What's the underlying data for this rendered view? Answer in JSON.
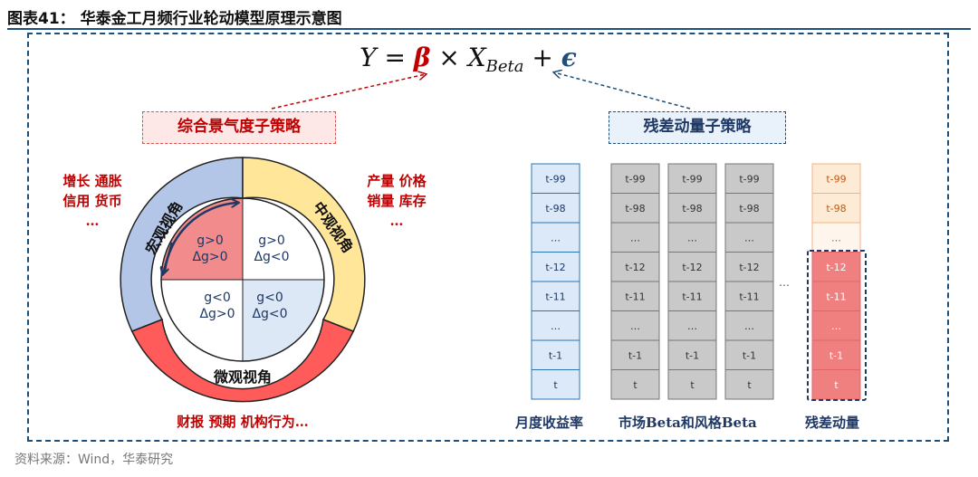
{
  "figure": {
    "title": "图表41： 华泰金工月频行业轮动模型原理示意图",
    "source": "资料来源：Wind，华泰研究"
  },
  "formula": {
    "y": "Y",
    "eq": " = ",
    "beta": "β",
    "times": " × ",
    "x": "X",
    "sub": "Beta",
    "plus": " + ",
    "eps": "ϵ"
  },
  "left_strategy": {
    "label": "综合景气度子策略",
    "macro_factors": [
      "增长 通胀",
      "信用 货币",
      "…"
    ],
    "meso_factors": [
      "产量 价格",
      "销量 库存",
      "…"
    ],
    "micro_factors": "财报 预期 机构行为…",
    "ring": {
      "macro": "宏观视角",
      "meso": "中观视角",
      "micro": "微观视角"
    },
    "quadrants": [
      {
        "line1": "g>0",
        "line2": "Δg>0"
      },
      {
        "line1": "g>0",
        "line2": "Δg<0"
      },
      {
        "line1": "g<0",
        "line2": "Δg>0"
      },
      {
        "line1": "g<0",
        "line2": "Δg<0"
      }
    ]
  },
  "right_strategy": {
    "label": "残差动量子策略",
    "rows": [
      "t-99",
      "t-98",
      "…",
      "t-12",
      "t-11",
      "…",
      "t-1",
      "t"
    ],
    "ellipsis": "…",
    "col_labels": {
      "returns": "月度收益率",
      "factors": "市场Beta和风格Beta",
      "residual": "残差动量"
    }
  },
  "colors": {
    "red": "#c00000",
    "navy": "#1f3864",
    "frame": "#1f4e79",
    "blue_cell": "#dbe9f8",
    "grey_cell": "#c9c9c9",
    "orange_cell": "#fdebd6",
    "red_cell": "#f08080"
  }
}
